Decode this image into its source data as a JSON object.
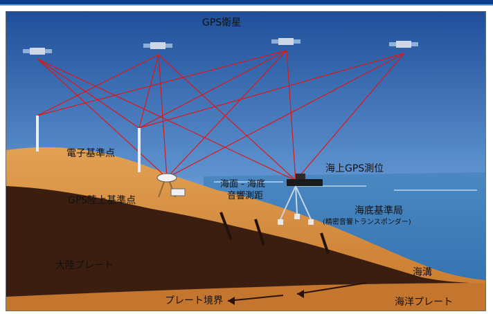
{
  "labels": {
    "gps_satellite": "GPS衛星",
    "electronic_reference_point": "電子基準点",
    "gps_land_reference_point": "GPS陸上基準点",
    "sea_surface_ranging_line1": "海面 - 海底",
    "sea_surface_ranging_line2": "音響測距",
    "sea_gps_positioning": "海上GPS測位",
    "seafloor_station": "海底基準局",
    "seafloor_station_detail": "(精密音響トランスポンダー)",
    "continental_plate": "大陸プレート",
    "trench": "海溝",
    "plate_boundary": "プレート境界",
    "oceanic_plate": "海洋プレート"
  },
  "colors": {
    "sky_top": "#1f4f9a",
    "sky_bottom": "#c7def1",
    "land": "#d9903f",
    "land_dark": "#3b1e10",
    "sea": "#4d8cc5",
    "lines": "#e01616",
    "brand_bar": "#0b3e8f"
  },
  "icons": [
    "satellite-icon",
    "gps-antenna-icon",
    "ship-icon",
    "transponder-icon"
  ]
}
